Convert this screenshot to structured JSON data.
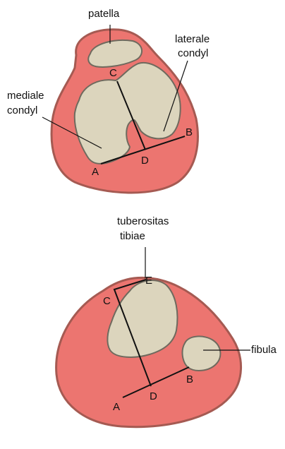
{
  "colors": {
    "tissue_fill": "#ec7570",
    "tissue_stroke": "#a55a52",
    "bone_fill": "#dcd5bd",
    "bone_stroke": "#6f6a5e",
    "line": "#111111"
  },
  "femur_section": {
    "labels": {
      "patella": "patella",
      "lateral_condyle_line1": "laterale",
      "lateral_condyle_line2": "condyl",
      "medial_condyle_line1": "mediale",
      "medial_condyle_line2": "condyl"
    },
    "points": {
      "A": "A",
      "B": "B",
      "C": "C",
      "D": "D"
    }
  },
  "tibia_section": {
    "labels": {
      "tuberosity_line1": "tuberositas",
      "tuberosity_line2": "tibiae",
      "fibula": "fibula"
    },
    "points": {
      "A": "A",
      "B": "B",
      "C": "C",
      "D": "D",
      "E": "E"
    }
  }
}
